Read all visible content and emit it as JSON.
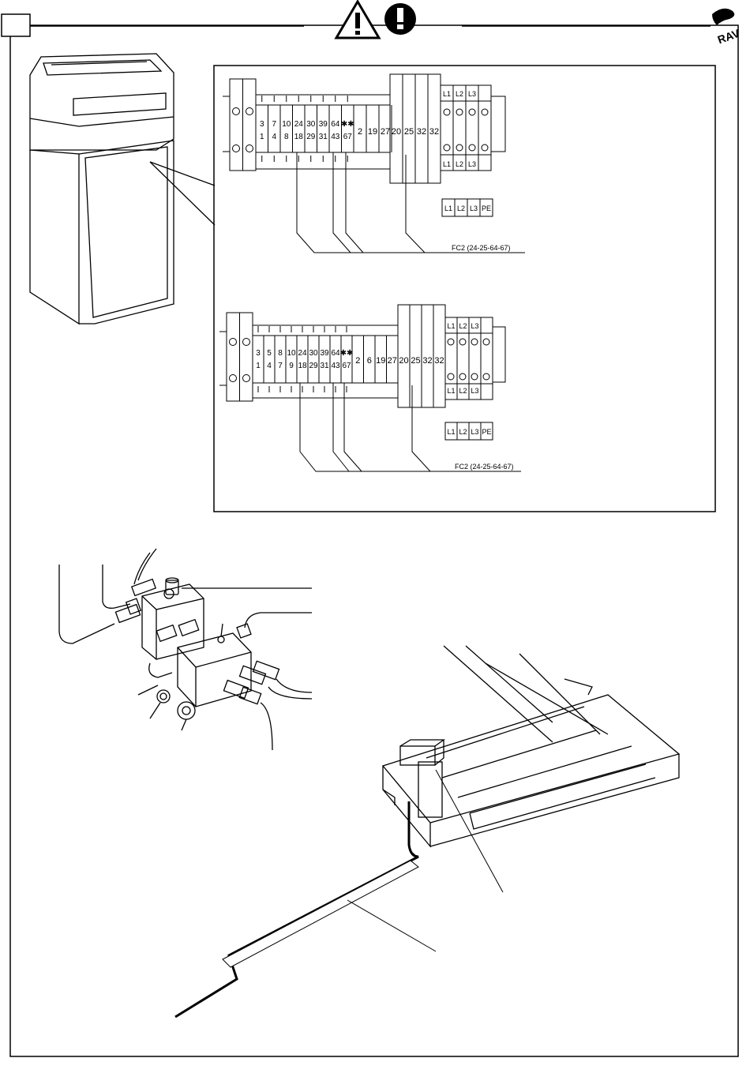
{
  "header": {
    "warning_icon": "warning-triangle-icon",
    "attention_icon": "exclamation-circle-icon",
    "brand_logo": "rav-logo"
  },
  "diagram_top": {
    "top_row": [
      "3",
      "7",
      "10",
      "24",
      "30",
      "39",
      "64",
      "✱✱"
    ],
    "bottom_row": [
      "1",
      "4",
      "8",
      "18",
      "29",
      "31",
      "43",
      "67"
    ],
    "single": [
      "2",
      "19",
      "27"
    ],
    "block": [
      "20",
      "25",
      "32",
      "32"
    ],
    "phase_top": [
      "L1",
      "L2",
      "L3"
    ],
    "phase_bottom": [
      "L1",
      "L2",
      "L3"
    ],
    "phase_box": [
      "L1",
      "L2",
      "L3",
      "PE"
    ],
    "caption": "FC2 (24-25-64-67)"
  },
  "diagram_bottom": {
    "top_row": [
      "3",
      "5",
      "8",
      "10",
      "24",
      "30",
      "39",
      "64",
      "✱✱"
    ],
    "bottom_row": [
      "1",
      "4",
      "7",
      "9",
      "18",
      "29",
      "31",
      "43",
      "67"
    ],
    "single": [
      "2",
      "6",
      "19",
      "27"
    ],
    "block": [
      "20",
      "25",
      "32",
      "32"
    ],
    "phase_top": [
      "L1",
      "L2",
      "L3"
    ],
    "phase_bottom": [
      "L1",
      "L2",
      "L3"
    ],
    "phase_box": [
      "L1",
      "L2",
      "L3",
      "PE"
    ],
    "caption": "FC2 (24-25-64-67)"
  },
  "logo_text": "RAV"
}
